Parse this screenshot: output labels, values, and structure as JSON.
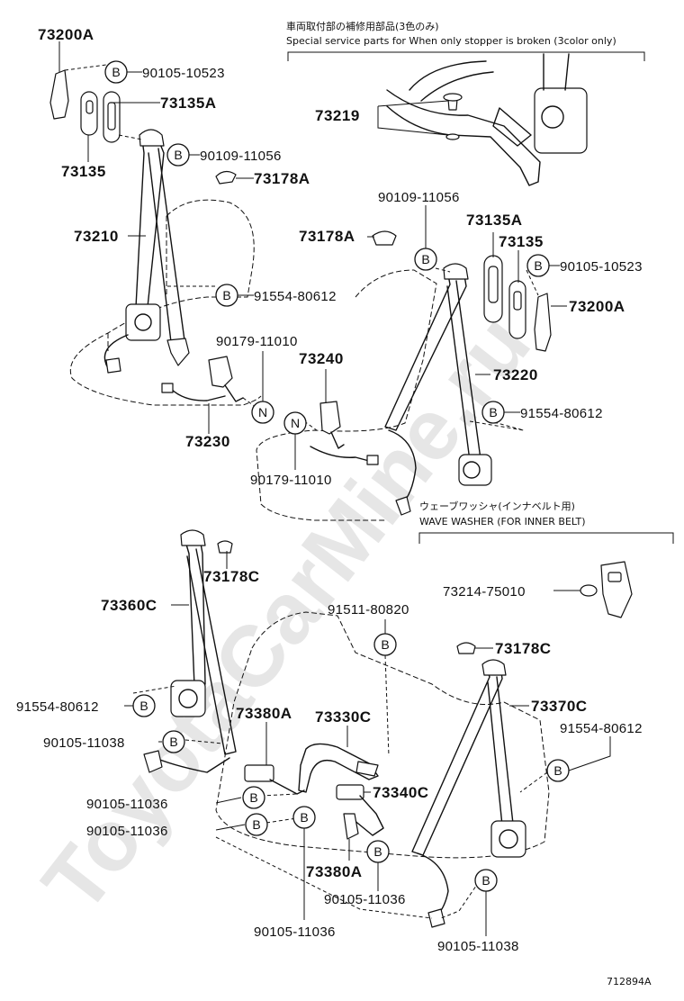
{
  "watermark": "ToyotaCarMine.ru",
  "notes": {
    "service_jp": "車両取付部の補修用部品(3色のみ)",
    "service_en": "Special service parts for When only stopper is broken (3color only)",
    "washer_jp": "ウェーブワッシャ(インナベルト用)",
    "washer_en": "WAVE WASHER (FOR INNER BELT)"
  },
  "drawing_number": "712894A",
  "parts": {
    "p73200a_1": "73200A",
    "p90105_10523_1": "90105-10523",
    "p73135a_1": "73135A",
    "p73135_1": "73135",
    "p90109_11056_1": "90109-11056",
    "p73178a_1": "73178A",
    "p73210": "73210",
    "p91554_80612_1": "91554-80612",
    "p90179_11010_1": "90179-11010",
    "p73230": "73230",
    "p73219": "73219",
    "p90109_11056_2": "90109-11056",
    "p73178a_2": "73178A",
    "p73135a_2": "73135A",
    "p73135_2": "73135",
    "p90105_10523_2": "90105-10523",
    "p73200a_2": "73200A",
    "p73240": "73240",
    "p73220": "73220",
    "p91554_80612_2": "91554-80612",
    "p90179_11010_2": "90179-11010",
    "p73178c_1": "73178C",
    "p73214_75010": "73214-75010",
    "p73360c": "73360C",
    "p91511_80820": "91511-80820",
    "p73178c_2": "73178C",
    "p91554_80612_3": "91554-80612",
    "p73380a_1": "73380A",
    "p73330c": "73330C",
    "p73370c": "73370C",
    "p91554_80612_4": "91554-80612",
    "p90105_11038_1": "90105-11038",
    "p90105_11036_1": "90105-11036",
    "p73340c": "73340C",
    "p90105_11036_2": "90105-11036",
    "p73380a_2": "73380A",
    "p90105_11036_3": "90105-11036",
    "p90105_11036_4": "90105-11036",
    "p90105_11038_2": "90105-11038"
  },
  "badges": {
    "bolt": "B",
    "nut": "N"
  }
}
